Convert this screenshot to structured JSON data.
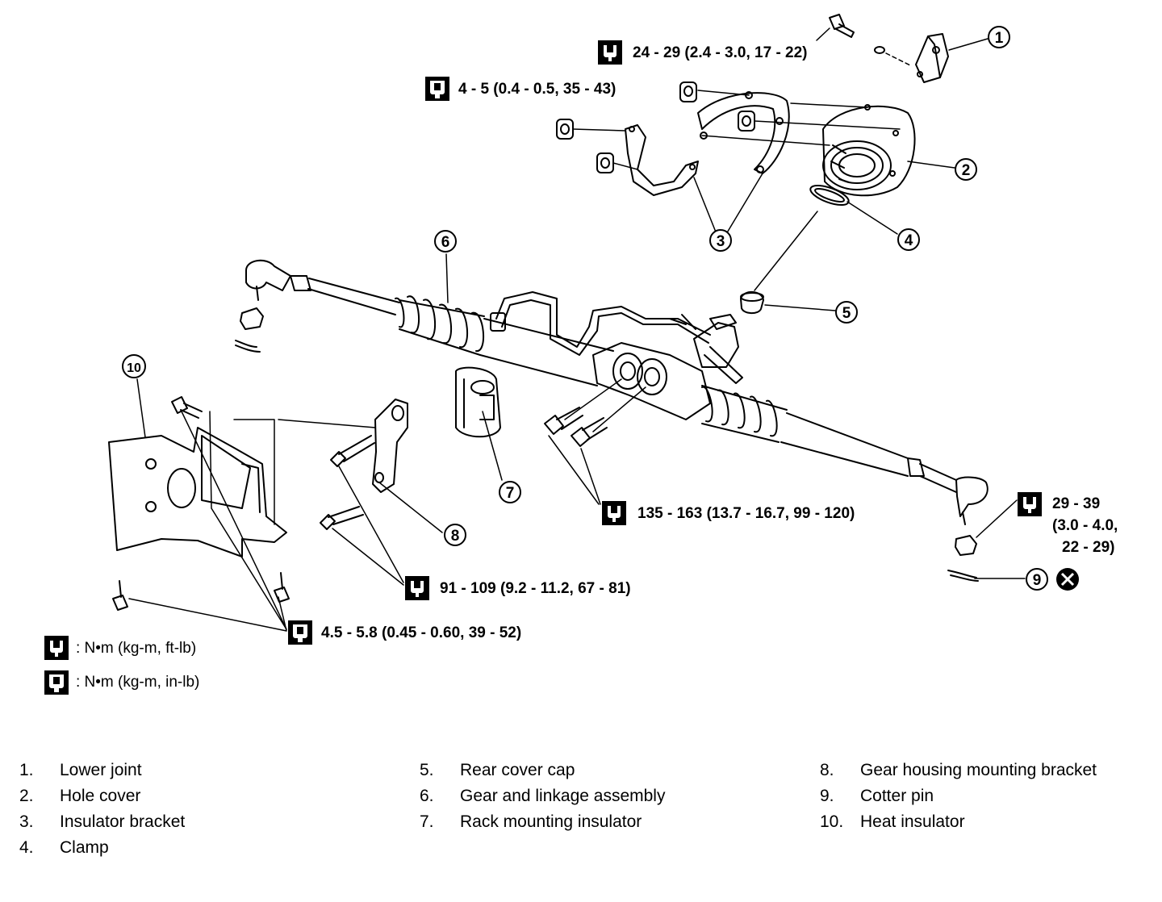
{
  "torque_specs": {
    "t1": "24 - 29 (2.4 - 3.0, 17 - 22)",
    "t2": "4 - 5 (0.4 - 0.5, 35 - 43)",
    "t3": "135 - 163 (13.7 - 16.7, 99 - 120)",
    "t4": "91 - 109 (9.2 - 11.2, 67 - 81)",
    "t5": "4.5 - 5.8 (0.45 - 0.60, 39 - 52)",
    "t6_line1": "29  -  39",
    "t6_line2": "(3.0 - 4.0,",
    "t6_line3": "22 - 29)"
  },
  "units_legend": {
    "ft_lb": ": N•m (kg-m, ft-lb)",
    "in_lb": ": N•m (kg-m, in-lb)"
  },
  "callouts": [
    "1",
    "2",
    "3",
    "4",
    "5",
    "6",
    "7",
    "8",
    "9",
    "10"
  ],
  "parts": [
    {
      "num": "1.",
      "name": "Lower joint"
    },
    {
      "num": "2.",
      "name": "Hole cover"
    },
    {
      "num": "3.",
      "name": "Insulator bracket"
    },
    {
      "num": "4.",
      "name": "Clamp"
    },
    {
      "num": "5.",
      "name": "Rear cover cap"
    },
    {
      "num": "6.",
      "name": "Gear and linkage assembly"
    },
    {
      "num": "7.",
      "name": "Rack mounting insulator"
    },
    {
      "num": "8.",
      "name": "Gear housing mounting bracket"
    },
    {
      "num": "9.",
      "name": "Cotter pin"
    },
    {
      "num": "10.",
      "name": "Heat insulator"
    }
  ],
  "icons": {
    "wrench_ft_lb": "torque-wrench-ft-lb-icon",
    "wrench_in_lb": "torque-wrench-in-lb-icon",
    "do_not_reuse": "do-not-reuse-x-icon"
  }
}
